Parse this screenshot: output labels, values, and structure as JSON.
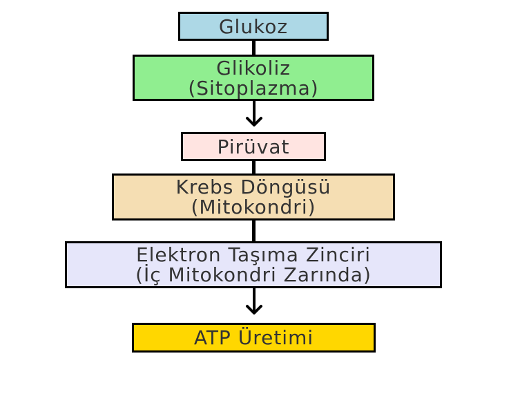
{
  "nodes": [
    {
      "id": "glukoz",
      "lines": [
        "Glukoz"
      ],
      "color": "#add8e6"
    },
    {
      "id": "glikoliz",
      "lines": [
        "Glikoliz",
        "(Sitoplazma)"
      ],
      "color": "#90ee90"
    },
    {
      "id": "piruvat",
      "lines": [
        "Pirüvat"
      ],
      "color": "#ffe4e1"
    },
    {
      "id": "krebs",
      "lines": [
        "Krebs Döngüsü",
        "(Mitokondri)"
      ],
      "color": "#f5deb3"
    },
    {
      "id": "etz",
      "lines": [
        "Elektron Taşıma Zinciri",
        "(İç Mitokondri Zarında)"
      ],
      "color": "#e6e6fa"
    },
    {
      "id": "atp",
      "lines": [
        "ATP Üretimi"
      ],
      "color": "#ffd700"
    }
  ]
}
